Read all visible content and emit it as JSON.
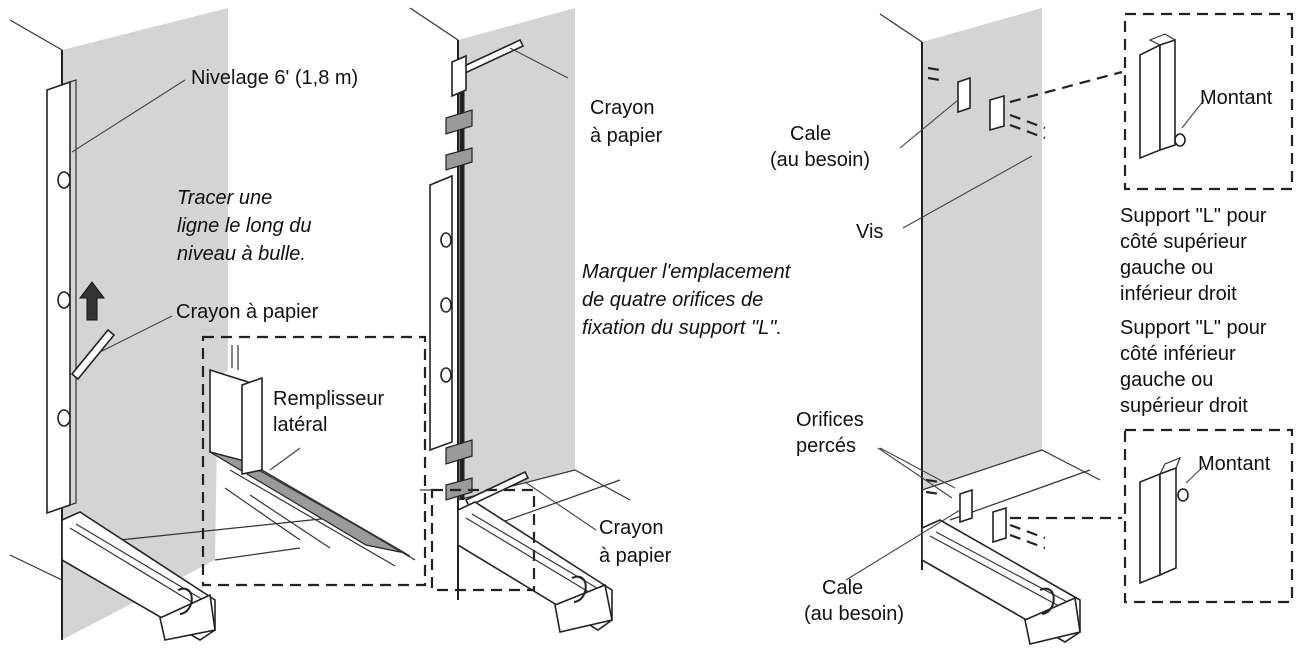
{
  "panel_left": {
    "level_label": "Nivelage 6' (1,8 m)",
    "instruction_lines": [
      "Tracer une",
      "ligne le long du",
      "niveau à bulle."
    ],
    "pencil_label": "Crayon à papier",
    "filler_label_lines": [
      "Remplisseur",
      "latéral"
    ]
  },
  "panel_middle": {
    "pencil_top_lines": [
      "Crayon",
      "à papier"
    ],
    "instruction_lines": [
      "Marquer l'emplacement",
      "de quatre orifices de",
      "fixation du support \"L\"."
    ],
    "pencil_bottom_lines": [
      "Crayon",
      "à papier"
    ]
  },
  "panel_right": {
    "shim_top_lines": [
      "Cale",
      "(au besoin)"
    ],
    "screw_label": "Vis",
    "stud_top_label": "Montant",
    "bracket_upper_lines": [
      "Support \"L\" pour",
      "côté supérieur",
      "gauche ou",
      "inférieur droit"
    ],
    "bracket_lower_lines": [
      "Support \"L\" pour",
      "côté inférieur",
      "gauche ou",
      "supérieur droit"
    ],
    "holes_lines": [
      "Orifices",
      "percés"
    ],
    "stud_bottom_label": "Montant",
    "shim_bottom_lines": [
      "Cale",
      "(au besoin)"
    ]
  }
}
